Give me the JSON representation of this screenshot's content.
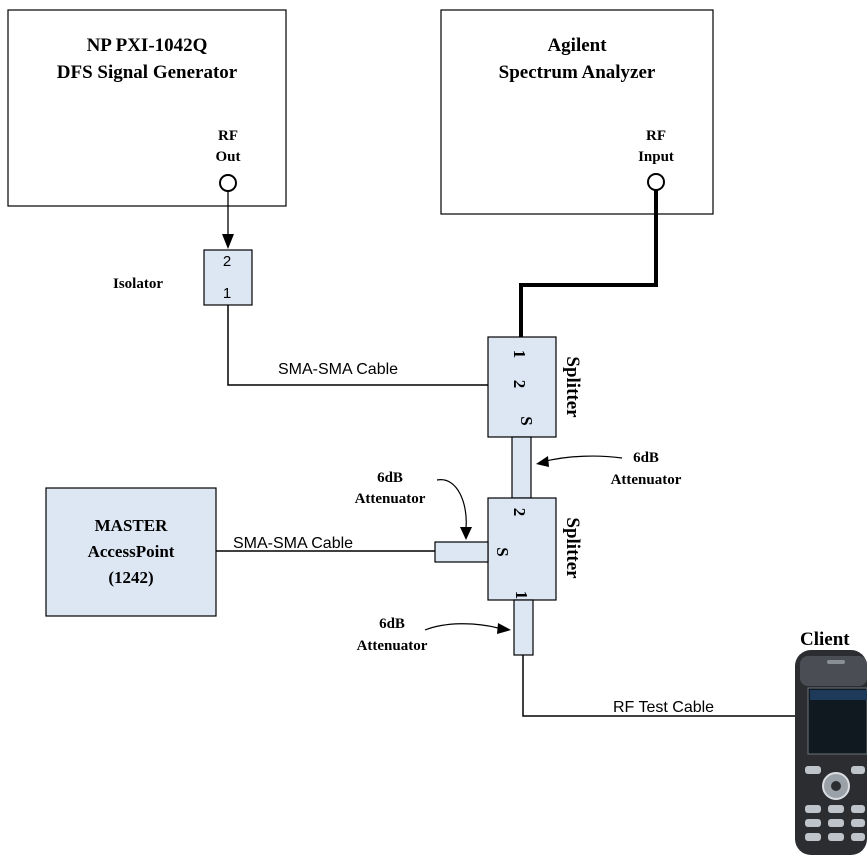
{
  "signal_generator": {
    "title_line1": "NP PXI-1042Q",
    "title_line2": "DFS Signal Generator",
    "port_label_line1": "RF",
    "port_label_line2": "Out"
  },
  "spectrum_analyzer": {
    "title_line1": "Agilent",
    "title_line2": "Spectrum Analyzer",
    "port_label_line1": "RF",
    "port_label_line2": "Input"
  },
  "isolator": {
    "label": "Isolator",
    "port_top": "2",
    "port_bottom": "1"
  },
  "splitter_top": {
    "label": "Splitter",
    "port_1": "1",
    "port_2": "2",
    "port_s": "S"
  },
  "splitter_bottom": {
    "label": "Splitter",
    "port_1": "1",
    "port_2": "2",
    "port_s": "S"
  },
  "master_ap": {
    "line1": "MASTER",
    "line2": "AccessPoint",
    "line3": "(1242)"
  },
  "cables": {
    "isolator_to_splitter": "SMA-SMA Cable",
    "ap_to_splitter": "SMA-SMA Cable",
    "splitter_to_client": "RF Test Cable"
  },
  "attenuators": {
    "between_splitters_line1": "6dB",
    "between_splitters_line2": "Attenuator",
    "ap_side_line1": "6dB",
    "ap_side_line2": "Attenuator",
    "client_side_line1": "6dB",
    "client_side_line2": "Attenuator"
  },
  "client": {
    "label": "Client"
  },
  "colors": {
    "box_fill": "#dde7f3",
    "line": "#000000"
  }
}
